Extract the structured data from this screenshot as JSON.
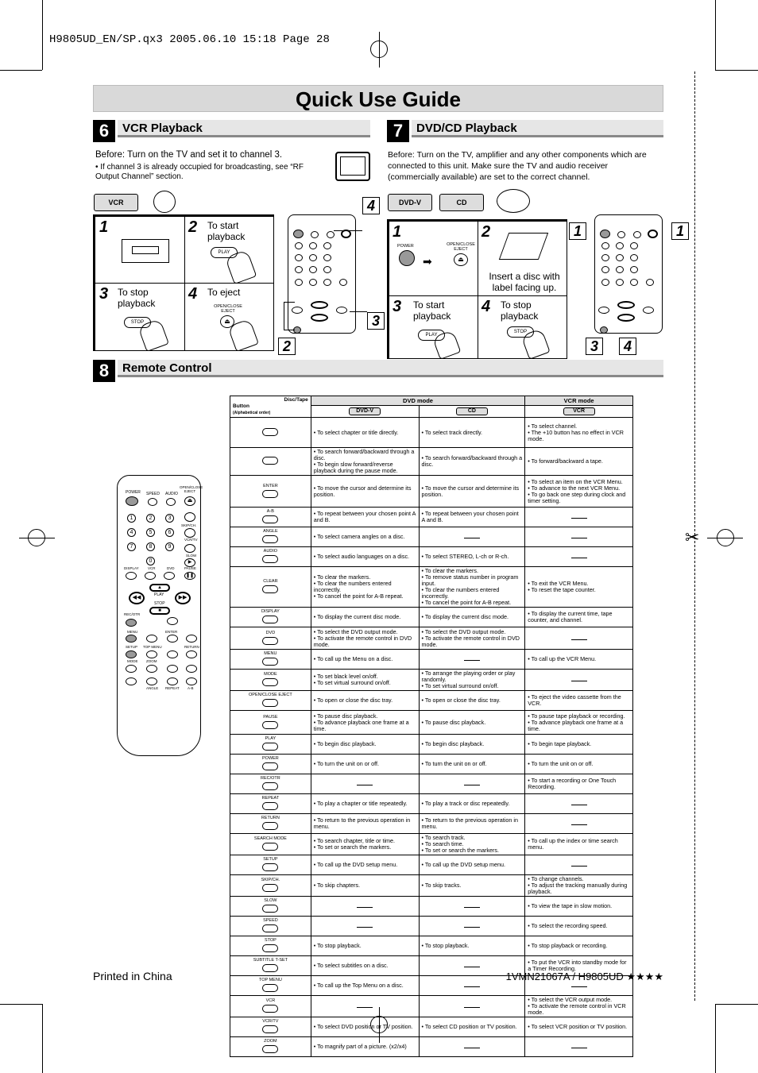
{
  "header_line": "H9805UD_EN/SP.qx3  2005.06.10  15:18  Page 28",
  "title": "Quick Use Guide",
  "vcr_section": {
    "number": "6",
    "heading": "VCR Playback",
    "before": "Before:  Turn on the TV and set it to channel 3.",
    "bullet": "• If channel 3 is already occupied for broadcasting, see “RF Output Channel” section.",
    "badge": "VCR",
    "steps": [
      {
        "n": "1",
        "text": ""
      },
      {
        "n": "2",
        "text": "To start playback",
        "button": "PLAY"
      },
      {
        "n": "3",
        "text": "To stop playback",
        "button": "STOP"
      },
      {
        "n": "4",
        "text": "To eject",
        "button": "OPEN/CLOSE EJECT"
      }
    ],
    "remote_callouts": [
      "4",
      "3",
      "2"
    ]
  },
  "dvd_section": {
    "number": "7",
    "heading": "DVD/CD Playback",
    "before": "Before: Turn on the TV, amplifier and any other components which are connected to this unit. Make sure the TV and audio receiver (commercially available) are set to the correct channel.",
    "badges": [
      "DVD-V",
      "CD"
    ],
    "steps": [
      {
        "n": "1",
        "text": "",
        "buttons": [
          "POWER",
          "OPEN/CLOSE EJECT"
        ]
      },
      {
        "n": "2",
        "text": "Insert a disc with label facing up."
      },
      {
        "n": "3",
        "text": "To start playback",
        "button": "PLAY"
      },
      {
        "n": "4",
        "text": "To stop playback",
        "button": "STOP"
      }
    ],
    "remote_callouts": [
      "1",
      "1",
      "3",
      "4"
    ]
  },
  "remote_section": {
    "number": "8",
    "heading": "Remote Control",
    "remote_labels": {
      "power": "POWER",
      "speed": "SPEED",
      "audio": "AUDIO",
      "eject": "OPEN/CLOSE EJECT",
      "skipch": "SKIP/CH.",
      "vcrtv": "VCR/TV",
      "slow": "SLOW",
      "display": "DISPLAY",
      "vcr": "VCR",
      "dvd": "DVD",
      "pause": "PAUSE",
      "play": "PLAY",
      "stop": "STOP",
      "recotr": "REC/OTR",
      "menu": "MENU",
      "enter": "ENTER",
      "setup": "SETUP",
      "topmenu": "TOP MENU",
      "return": "RETURN",
      "mode": "MODE",
      "zoom": "ZOOM",
      "angle": "ANGLE",
      "repeat": "REPEAT",
      "ab": "A-B"
    },
    "table": {
      "col_button": "Button",
      "col_button_sub": "(Alphabetical order)",
      "col_disc": "Disc/Tape",
      "col_dvd_mode": "DVD mode",
      "col_vcr_mode": "VCR mode",
      "media": [
        "DVD-V",
        "CD",
        "VCR"
      ],
      "rows": [
        {
          "btn": "",
          "dvd": "• To select chapter or title directly.",
          "cd": "• To select track directly.",
          "vcr": "• To select channel.\n• The +10 button has no effect in VCR mode."
        },
        {
          "btn": "",
          "dvd": "• To search forward/backward through a disc.\n• To begin slow forward/reverse playback during the pause mode.",
          "cd": "• To search forward/backward through a disc.",
          "vcr": "• To forward/backward a tape."
        },
        {
          "btn": "ENTER",
          "dvd": "• To move the cursor and determine its position.",
          "cd": "• To move the cursor and determine its position.",
          "vcr": "• To select an item on the VCR Menu.\n• To advance to the next VCR Menu.\n• To go back one step during clock and timer setting."
        },
        {
          "btn": "A-B",
          "dvd": "• To repeat between your chosen point A and B.",
          "cd": "• To repeat between your chosen point A and B.",
          "vcr": ""
        },
        {
          "btn": "ANGLE",
          "dvd": "• To select camera angles on a disc.",
          "cd": "",
          "vcr": ""
        },
        {
          "btn": "AUDIO",
          "dvd": "• To select audio languages on a disc.",
          "cd": "• To select STEREO, L-ch or R-ch.",
          "vcr": ""
        },
        {
          "btn": "CLEAR",
          "dvd": "• To clear the markers.\n• To clear the numbers entered incorrectly.\n• To cancel the point for A-B repeat.",
          "cd": "• To clear the markers.\n• To remove status number in program input.\n• To clear the numbers entered incorrectly.\n• To cancel the point for A-B repeat.",
          "vcr": "• To exit the VCR Menu.\n• To reset the tape counter."
        },
        {
          "btn": "DISPLAY",
          "dvd": "• To display the current disc mode.",
          "cd": "• To display the current disc mode.",
          "vcr": "• To display the current time, tape counter, and channel."
        },
        {
          "btn": "DVD",
          "dvd": "• To select the DVD output mode.\n• To activate the remote control in DVD mode.",
          "cd": "• To select the DVD output mode.\n• To activate the remote control in DVD mode.",
          "vcr": ""
        },
        {
          "btn": "MENU",
          "dvd": "• To call up the Menu on a disc.",
          "cd": "",
          "vcr": "• To call up the VCR Menu."
        },
        {
          "btn": "MODE",
          "dvd": "• To set black level on/off.\n• To set virtual surround on/off.",
          "cd": "• To arrange the playing order or play randomly.\n• To set virtual surround on/off.",
          "vcr": ""
        },
        {
          "btn": "OPEN/CLOSE EJECT",
          "dvd": "• To open or close the disc tray.",
          "cd": "• To open or close the disc tray.",
          "vcr": "• To eject the video cassette from the VCR."
        },
        {
          "btn": "PAUSE",
          "dvd": "• To pause disc playback.\n• To advance playback one frame at a time.",
          "cd": "• To pause disc playback.",
          "vcr": "• To pause tape playback or recording.\n• To advance playback one frame at a time."
        },
        {
          "btn": "PLAY",
          "dvd": "• To begin disc playback.",
          "cd": "• To begin disc playback.",
          "vcr": "• To begin tape playback."
        },
        {
          "btn": "POWER",
          "dvd": "• To turn the unit on or off.",
          "cd": "• To turn the unit on or off.",
          "vcr": "• To turn the unit on or off."
        },
        {
          "btn": "REC/OTR",
          "dvd": "",
          "cd": "",
          "vcr": "• To start a recording or One Touch Recording."
        },
        {
          "btn": "REPEAT",
          "dvd": "• To play a chapter or title repeatedly.",
          "cd": "• To play a track or disc repeatedly.",
          "vcr": ""
        },
        {
          "btn": "RETURN",
          "dvd": "• To return to the previous operation in menu.",
          "cd": "• To return to the previous operation in menu.",
          "vcr": ""
        },
        {
          "btn": "SEARCH MODE",
          "dvd": "• To search chapter, title or time.\n• To set or search the markers.",
          "cd": "• To search track.\n• To search time.\n• To set or search the markers.",
          "vcr": "• To call up the index or time search menu."
        },
        {
          "btn": "SETUP",
          "dvd": "• To call up the DVD setup menu.",
          "cd": "• To call up the DVD setup menu.",
          "vcr": ""
        },
        {
          "btn": "SKIP/CH.",
          "dvd": "• To skip chapters.",
          "cd": "• To skip tracks.",
          "vcr": "• To change channels.\n• To adjust the tracking manually during playback."
        },
        {
          "btn": "SLOW",
          "dvd": "",
          "cd": "",
          "vcr": "• To view the tape in slow motion."
        },
        {
          "btn": "SPEED",
          "dvd": "",
          "cd": "",
          "vcr": "• To select the recording speed."
        },
        {
          "btn": "STOP",
          "dvd": "• To stop playback.",
          "cd": "• To stop playback.",
          "vcr": "• To stop playback or recording."
        },
        {
          "btn": "SUBTITLE T-SET",
          "dvd": "• To select subtitles on a disc.",
          "cd": "",
          "vcr": "• To put the VCR into standby mode for a Timer Recording."
        },
        {
          "btn": "TOP MENU",
          "dvd": "• To call up the Top Menu on a disc.",
          "cd": "",
          "vcr": ""
        },
        {
          "btn": "VCR",
          "dvd": "",
          "cd": "",
          "vcr": "• To select the VCR output mode.\n• To activate the remote control in VCR mode."
        },
        {
          "btn": "VCR/TV",
          "dvd": "• To select DVD position or TV position.",
          "cd": "• To select CD position or TV position.",
          "vcr": "• To select VCR position or TV position."
        },
        {
          "btn": "ZOOM",
          "dvd": "• To magnify part of a picture. (x2/x4)",
          "cd": "",
          "vcr": ""
        }
      ]
    }
  },
  "footer": {
    "left": "Printed in China",
    "right": "1VMN21067A / H9805UD ★★★★"
  }
}
